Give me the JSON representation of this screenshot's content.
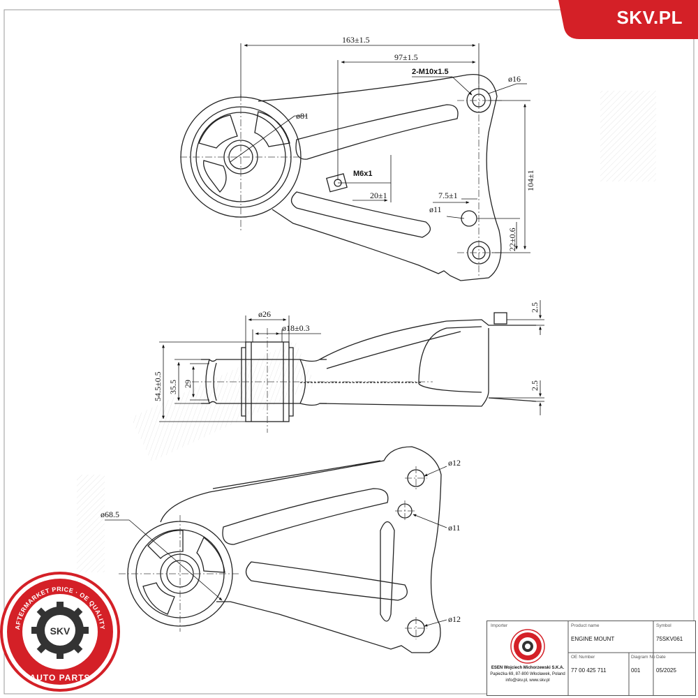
{
  "brand": {
    "text": "SKV.PL",
    "color": "#d42027"
  },
  "top_view": {
    "dim_163": "163±1.5",
    "dim_97": "97±1.5",
    "thread_2m10": "2-M10x1.5",
    "dia_16": "ø16",
    "dia_81": "ø81",
    "m6": "M6x1",
    "dim_20": "20±1",
    "dim_75": "7.5±1",
    "dia_11": "ø11",
    "dim_104": "104±1",
    "dim_22": "22±0.6"
  },
  "side_view": {
    "dia_26": "ø26",
    "dia_18": "ø18±0.3",
    "dim_25_top": "2.5",
    "dim_25_bottom": "2.5",
    "dim_545": "54.5±0.5",
    "dim_355": "35.5",
    "dim_29": "29"
  },
  "bottom_view": {
    "dia_685": "ø68.5",
    "dia_12_top": "ø12",
    "dia_11": "ø11",
    "dia_12_bottom": "ø12"
  },
  "badge": {
    "ring_text": "AFTERMARKET PRICE · OE QUALITY",
    "center": "SKV",
    "bottom": "AUTO PARTS",
    "color": "#d42027"
  },
  "title_block": {
    "importer_label": "Importer",
    "product_label": "Product name",
    "symbol_label": "Symbol",
    "product_name": "ENGINE MOUNT",
    "symbol": "75SKV061",
    "oe_label": "OE Number",
    "diagram_label": "Diagram No",
    "date_label": "Date",
    "oe_number": "77 00 425 711",
    "diagram_no": "001",
    "date": "05/2025",
    "company": "ESEN Wojciech Michorzewski S.K.A.",
    "address": "Papieżka 69, 87-800 Włocławek, Poland",
    "contact": "info@skv.pl, www.skv.pl"
  }
}
